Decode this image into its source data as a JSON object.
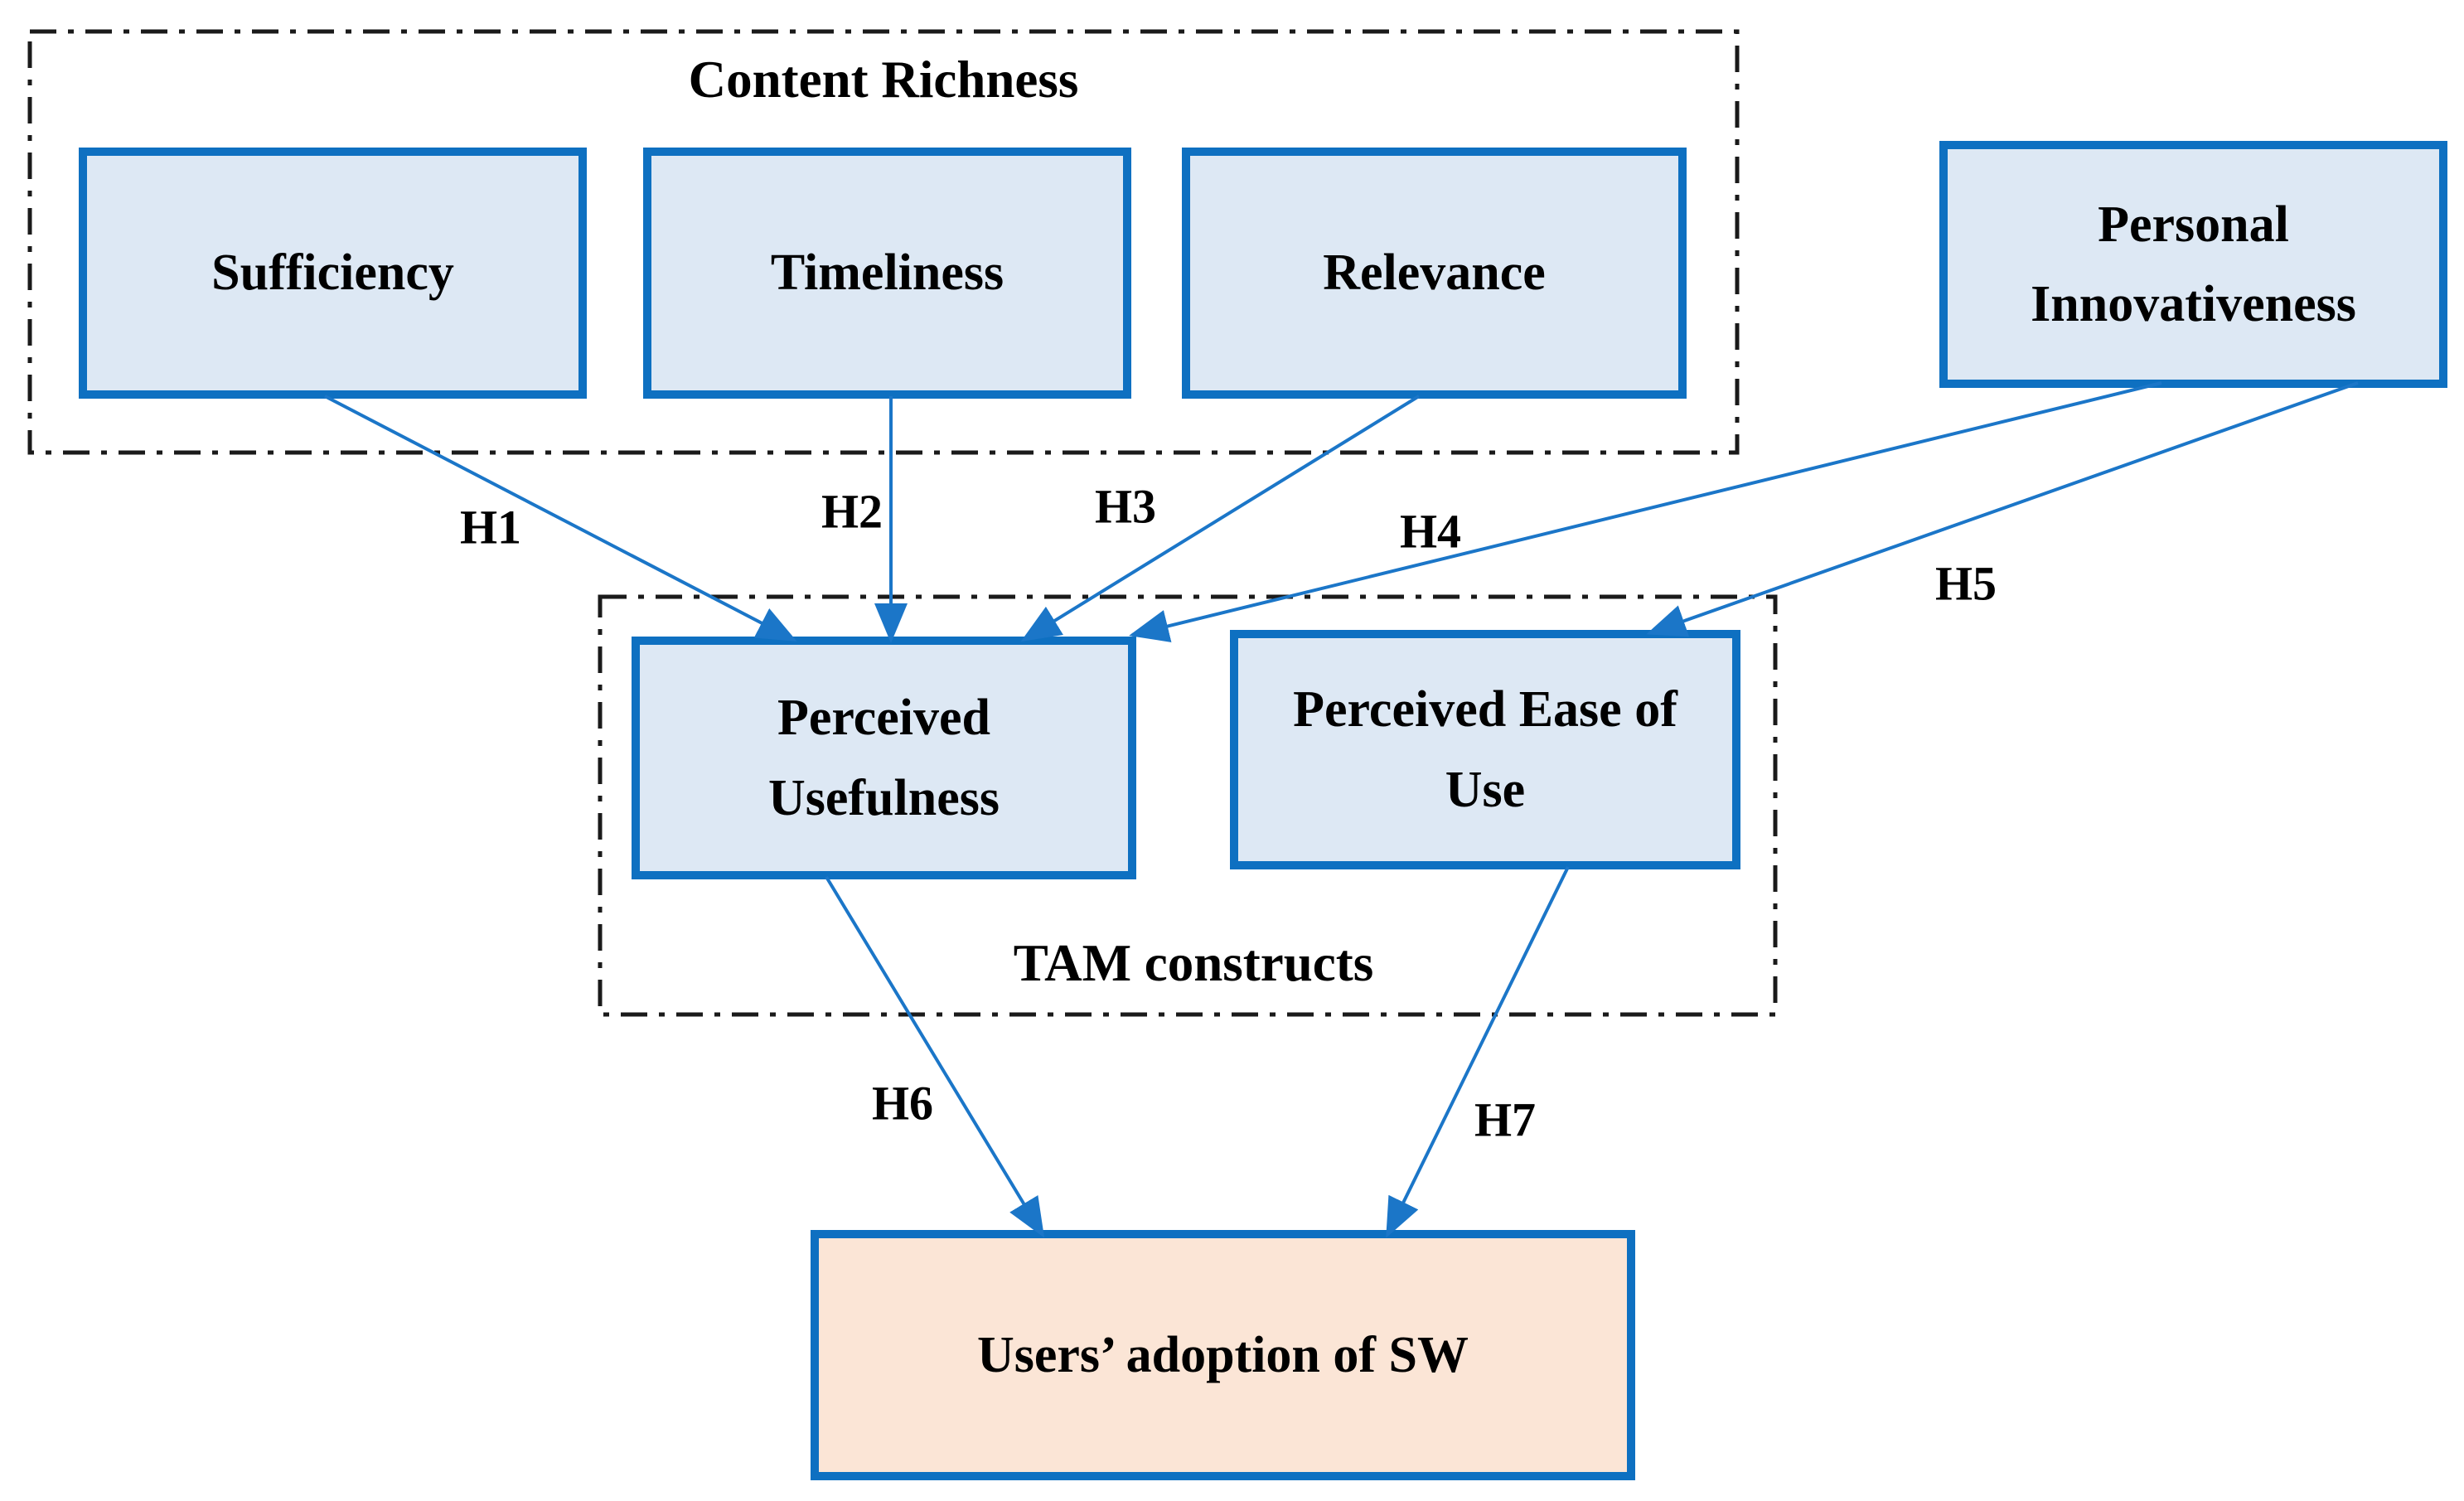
{
  "figure": {
    "groups": {
      "content_richness": {
        "label": "Content Richness"
      },
      "tam_constructs": {
        "label": "TAM constructs"
      }
    },
    "nodes": {
      "sufficiency": {
        "label": "Sufficiency"
      },
      "timeliness": {
        "label": "Timeliness"
      },
      "relevance": {
        "label": "Relevance"
      },
      "personal_innovativeness": {
        "label": "Personal Innovativeness"
      },
      "perceived_usefulness": {
        "label": "Perceived Usefulness"
      },
      "perceived_ease_of_use": {
        "label": "Perceived Ease of Use"
      },
      "users_adoption": {
        "label": "Users’ adoption of SW"
      }
    },
    "edges": {
      "h1": {
        "label": "H1",
        "from": "Sufficiency",
        "to": "Perceived Usefulness"
      },
      "h2": {
        "label": "H2",
        "from": "Timeliness",
        "to": "Perceived Usefulness"
      },
      "h3": {
        "label": "H3",
        "from": "Relevance",
        "to": "Perceived Usefulness"
      },
      "h4": {
        "label": "H4",
        "from": "Personal Innovativeness",
        "to": "Perceived Usefulness"
      },
      "h5": {
        "label": "H5",
        "from": "Personal Innovativeness",
        "to": "Perceived Ease of Use"
      },
      "h6": {
        "label": "H6",
        "from": "Perceived Usefulness",
        "to": "Users’ adoption of SW"
      },
      "h7": {
        "label": "H7",
        "from": "Perceived Ease of Use",
        "to": "Users’ adoption of SW"
      }
    },
    "colors": {
      "node_fill_blue": "#dde8f4",
      "node_fill_peach": "#fbe5d6",
      "node_border_blue": "#0e70c1",
      "arrow_blue": "#1b76c8",
      "group_border_black": "#1a1a1a",
      "text_black": "#000000"
    }
  }
}
